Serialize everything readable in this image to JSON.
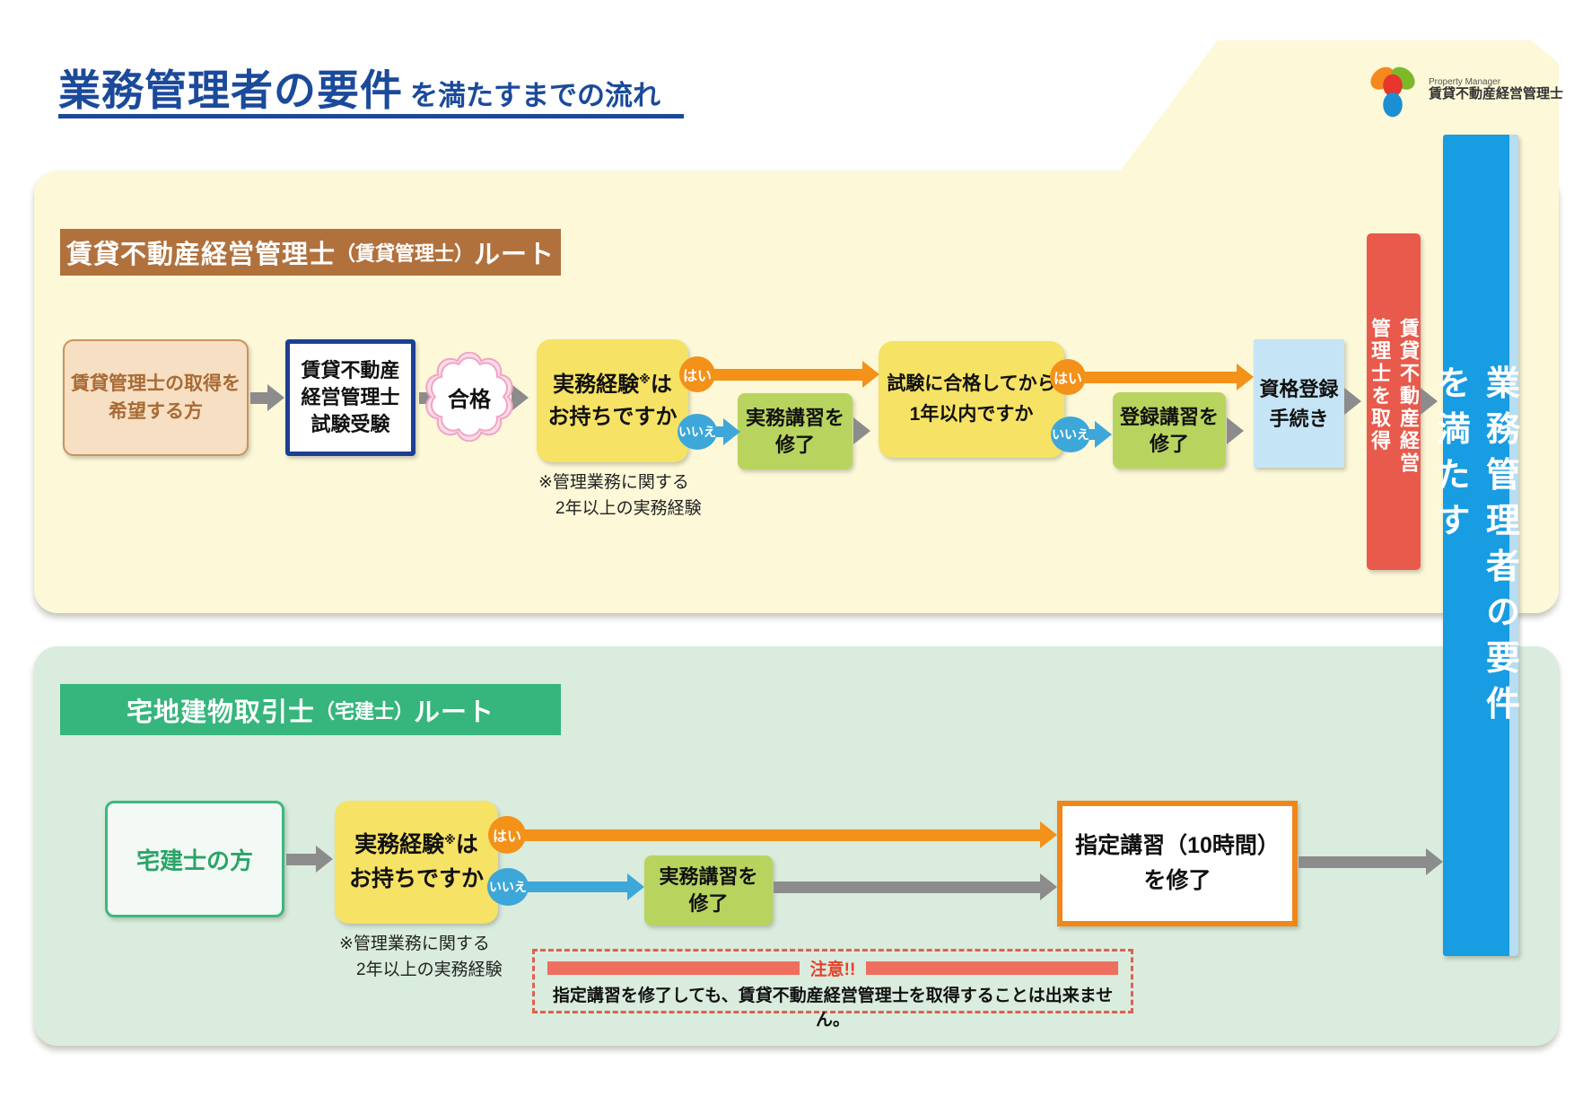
{
  "page": {
    "title_main": "業務管理者の要件",
    "title_suffix": "を満たすまでの流れ"
  },
  "logo": {
    "subtitle": "Property Manager",
    "title": "賃貸不動産経営管理士"
  },
  "labels": {
    "yes": "はい",
    "no": "いいえ"
  },
  "route1": {
    "header": {
      "main": "賃貸不動産経営管理士",
      "paren": "（賃貸管理士）",
      "suffix": "ルート"
    },
    "start": "賃貸管理士の取得を\n希望する方",
    "exam": "賃貸不動産\n経営管理士\n試験受験",
    "pass": "合格",
    "q_experience": {
      "t1": "実務経験",
      "sup": "※",
      "t2": "は",
      "t3": "お持ちですか"
    },
    "note": "※管理業務に関する\n　2年以上の実務経験",
    "practical_course": "実務講習を\n修了",
    "q_within_year": "試験に合格してから\n1年以内ですか",
    "registration_course": "登録講習を\n修了",
    "registration": "資格登録\n手続き",
    "acquire": "賃貸不動産経営管理士を取得"
  },
  "route2": {
    "header": {
      "main": "宅地建物取引士",
      "paren": "（宅建士）",
      "suffix": "ルート"
    },
    "start": "宅建士の方",
    "q_experience": {
      "t1": "実務経験",
      "sup": "※",
      "t2": "は",
      "t3": "お持ちですか"
    },
    "note": "※管理業務に関する\n　2年以上の実務経験",
    "practical_course": "実務講習を\n修了",
    "designated_course": "指定講習（10時間）\nを修了",
    "caution_label": "注意!!",
    "caution_text": "指定講習を修了しても、賃貸不動産経営管理士を取得することは出来ません。"
  },
  "goal": {
    "text": "業務管理者の要件を満たす"
  },
  "colors": {
    "title_blue": "#1b4a9b",
    "route1_header_brown": "#b1713d",
    "route2_header_green": "#36b57c",
    "panel1_yellow": "#fcf8d8",
    "panel2_green": "#d9ecdd",
    "question_yellow": "#f6e264",
    "course_green": "#b8d45f",
    "registration_lightblue": "#c5e4f6",
    "acquire_red": "#e85a4c",
    "goal_blue": "#189ce2",
    "yes_orange": "#f39119",
    "no_blue": "#3ea7d9",
    "arrow_gray": "#8c8c8c",
    "caution_red": "#e8402c"
  }
}
